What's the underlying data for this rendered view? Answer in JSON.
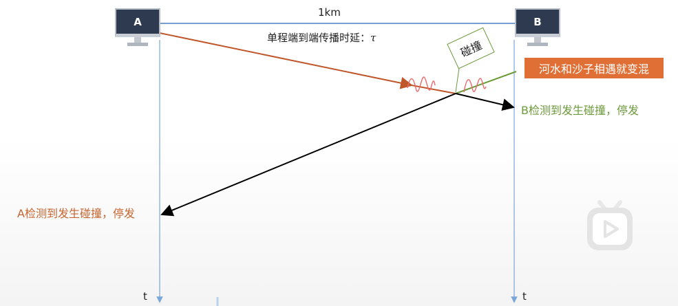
{
  "nodes": {
    "a_label": "A",
    "b_label": "B"
  },
  "distance_label": "1km",
  "propagation": {
    "text": "单程端到端传播时延：",
    "symbol": "τ"
  },
  "collision_box_text": "碰撞",
  "callout_text": "河水和沙子相遇就变混",
  "b_detect_text": "B检测到发生碰撞，停发",
  "a_detect_text": "A检测到发生碰撞，停发",
  "time_axis": {
    "a_label": "t",
    "b_label": "t"
  },
  "colors": {
    "signal_a": "#c0562a",
    "signal_b": "#6b9a3a",
    "link": "#4a7fc0",
    "axis": "#7aa6d8",
    "collision_return": "#000000",
    "callout_bg": "#df6f35"
  },
  "icons": {
    "computer": "monitor-icon",
    "play": "play-button-icon"
  }
}
